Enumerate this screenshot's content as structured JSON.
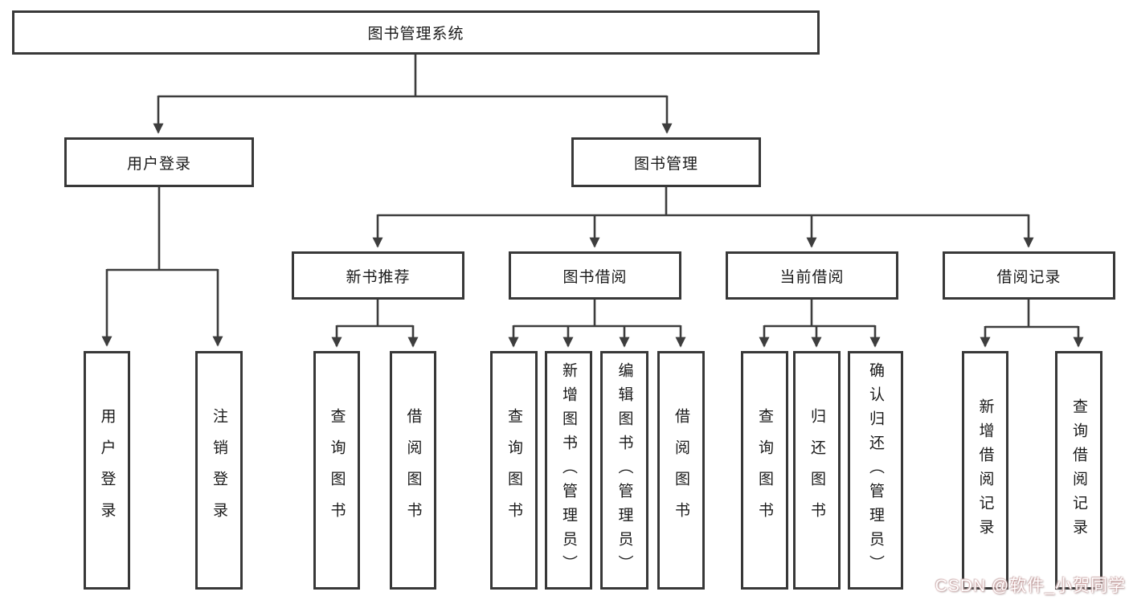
{
  "diagram": {
    "root": {
      "label": "图书管理系统"
    },
    "branches": {
      "user_login": {
        "label": "用户登录",
        "children": [
          "用户登录",
          "注销登录"
        ]
      },
      "book_mgmt": {
        "label": "图书管理",
        "modules": [
          {
            "label": "新书推荐",
            "children": [
              "查询图书",
              "借阅图书"
            ]
          },
          {
            "label": "图书借阅",
            "children": [
              "查询图书",
              "新增图书（管理员）",
              "编辑图书（管理员）",
              "借阅图书"
            ]
          },
          {
            "label": "当前借阅",
            "children": [
              "查询图书",
              "归还图书",
              "确认归还（管理员）"
            ]
          },
          {
            "label": "借阅记录",
            "children": [
              "新增借阅记录",
              "查询借阅记录"
            ]
          }
        ]
      }
    }
  },
  "watermark": {
    "text": "CSDN @软件_小贺同学"
  },
  "colors": {
    "line": "#3d3d3d",
    "box_border": "#383838",
    "text": "#1a1a1a",
    "background": "#ffffff",
    "watermark_text": "#ffffff",
    "watermark_shadow": "#e08a8a"
  }
}
